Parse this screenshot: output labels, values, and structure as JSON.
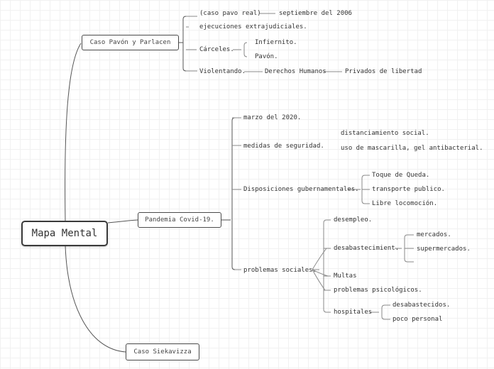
{
  "mindmap": {
    "root": "Mapa Mental",
    "branches": {
      "pavon": {
        "label": "Caso Pavón y Parlacen",
        "caso_pavo_real": "(caso pavo real)",
        "septiembre": "septiembre del 2006",
        "ejecuciones": "ejecuciones extrajudiciales.",
        "carceles": "Cárceles.",
        "infiernito": "Infiernito.",
        "pavon": "Pavón.",
        "violentando": "Violentando.",
        "derechos": "Derechos Humanos",
        "privados": "Privados de libertad"
      },
      "covid": {
        "label": "Pandemia Covid-19.",
        "marzo": "marzo del 2020.",
        "medidas": "medidas de seguridad.",
        "distanciamiento": "distanciamiento social.",
        "mascarilla": "uso de mascarilla, gel antibacterial.",
        "disposiciones": "Disposiciones gubernamentales.",
        "toque": "Toque de Queda.",
        "transporte": "transporte publico.",
        "locomocion": "Libre locomoción.",
        "problemas": "problemas sociales.",
        "desempleo": "desempleo.",
        "desabastecimient": "desabastecimient.",
        "mercados": "mercados.",
        "supermercados": "supermercados.",
        "multas": "Multas",
        "psicologicos": "problemas psicológicos.",
        "hospitales": "hospitales",
        "desabastecidos": "desabastecidos.",
        "poco_personal": "poco personal"
      },
      "siekavizza": {
        "label": "Caso Siekavizza"
      }
    }
  }
}
